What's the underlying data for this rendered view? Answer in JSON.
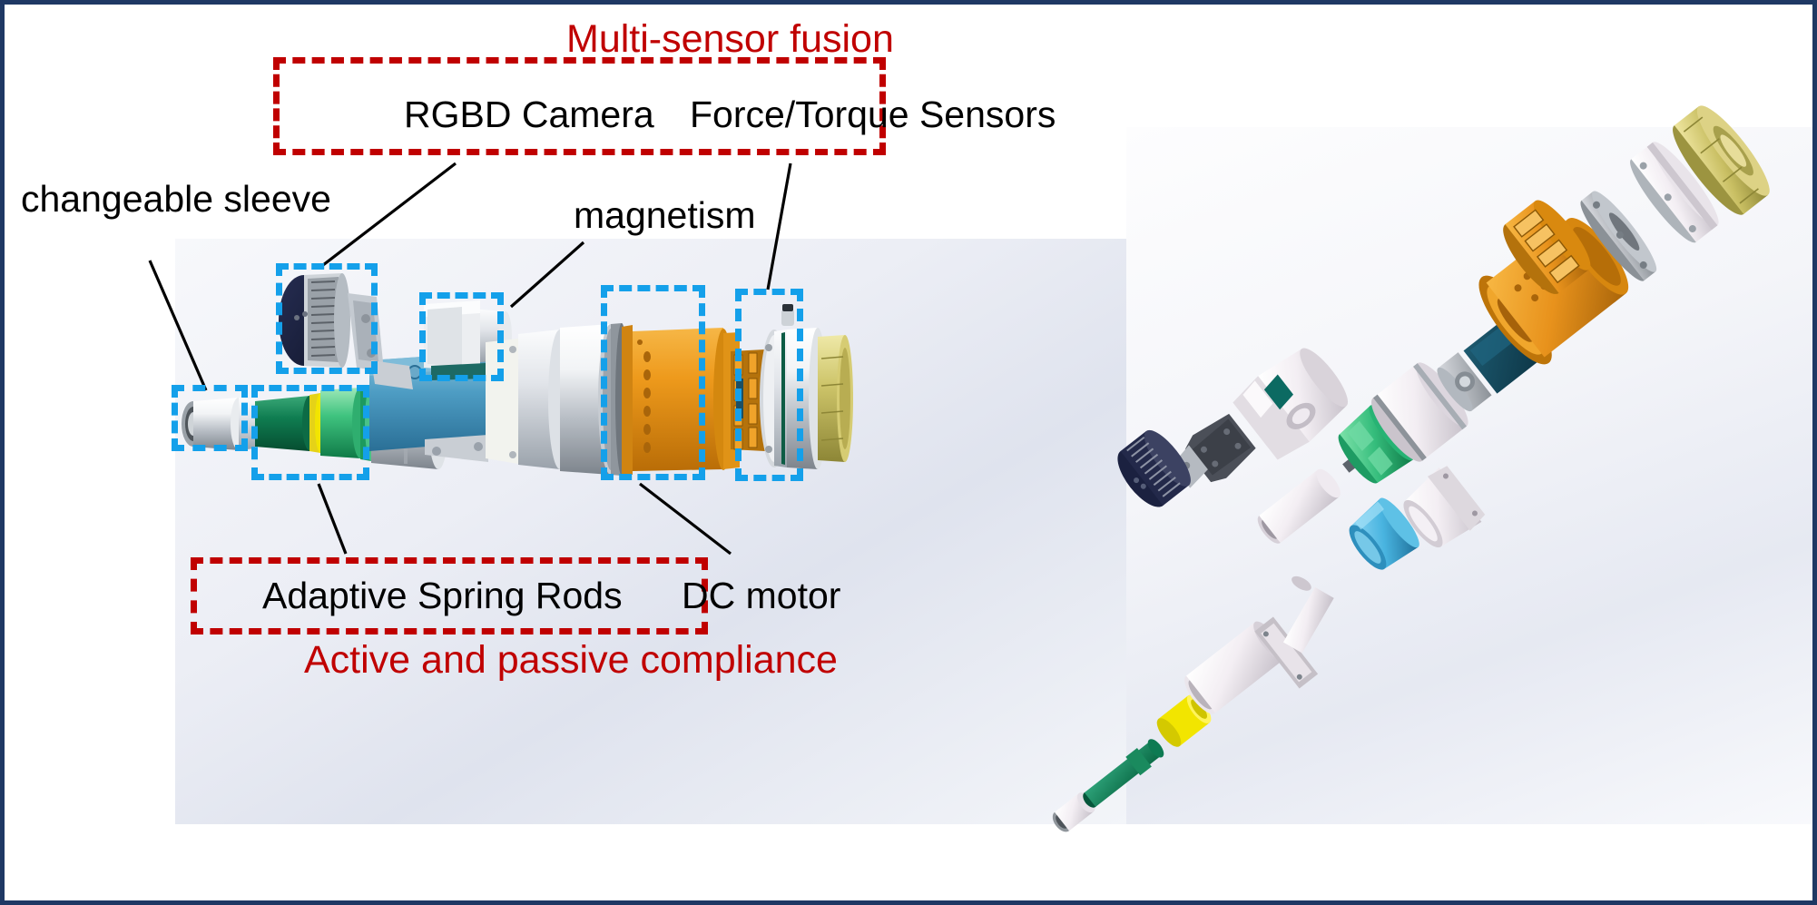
{
  "figure": {
    "kind": "annotated-cad-diagram",
    "border_color": "#1f3864",
    "background": "#ffffff"
  },
  "colors": {
    "annotation_red": "#c00000",
    "annotation_cyan": "#14a0ea",
    "label_black": "#000000",
    "motor_orange": "#e8921c",
    "spring_green": "#1a9e63",
    "bracket_blue": "#3f88b5",
    "sensor_gold": "#cfc36a",
    "camera_navy": "#1b2140",
    "sleeve_silver": "#d9dce0",
    "yellow_collar": "#f2e500",
    "panel_grey": "#e4e7f0"
  },
  "group_labels": {
    "top": {
      "title": "Multi-sensor fusion",
      "members": [
        "RGBD Camera",
        "Force/Torque Sensors"
      ]
    },
    "bottom": {
      "title": "Active and passive compliance",
      "members": [
        "Adaptive Spring Rods",
        "DC motor"
      ]
    }
  },
  "callouts": [
    {
      "id": "multi-sensor-fusion",
      "text": "Multi-sensor fusion",
      "color": "#c00000",
      "is_group_title": true
    },
    {
      "id": "rgbd-camera",
      "text": "RGBD Camera",
      "color": "#000000",
      "is_group_title": false
    },
    {
      "id": "force-torque-sensors",
      "text": "Force/Torque Sensors",
      "color": "#000000",
      "is_group_title": false
    },
    {
      "id": "changeable-sleeve",
      "text": "changeable sleeve",
      "color": "#000000",
      "is_group_title": false
    },
    {
      "id": "magnetism",
      "text": "magnetism",
      "color": "#000000",
      "is_group_title": false
    },
    {
      "id": "adaptive-spring-rods",
      "text": "Adaptive Spring Rods",
      "color": "#000000",
      "is_group_title": false
    },
    {
      "id": "dc-motor",
      "text": "DC motor",
      "color": "#000000",
      "is_group_title": false
    },
    {
      "id": "active-passive-compliance",
      "text": "Active and passive compliance",
      "color": "#c00000",
      "is_group_title": true
    }
  ],
  "highlight_boxes": [
    {
      "id": "group-box-multisensor",
      "style": "red-dashed",
      "encloses": [
        "RGBD Camera",
        "Force/Torque Sensors"
      ]
    },
    {
      "id": "group-box-compliance",
      "style": "red-dashed",
      "encloses": [
        "Adaptive Spring Rods",
        "DC motor"
      ]
    },
    {
      "id": "component-box-rgbd-camera",
      "style": "cyan-dashed",
      "encloses": [
        "RGBD Camera"
      ]
    },
    {
      "id": "component-box-magnetism",
      "style": "cyan-dashed",
      "encloses": [
        "magnetism"
      ]
    },
    {
      "id": "component-box-changeable-sleeve",
      "style": "cyan-dashed",
      "encloses": [
        "changeable sleeve"
      ]
    },
    {
      "id": "component-box-spring-rods",
      "style": "cyan-dashed",
      "encloses": [
        "Adaptive Spring Rods"
      ]
    },
    {
      "id": "component-box-dc-motor",
      "style": "cyan-dashed",
      "encloses": [
        "DC motor"
      ]
    },
    {
      "id": "component-box-force-torque",
      "style": "cyan-dashed",
      "encloses": [
        "Force/Torque Sensors"
      ]
    }
  ],
  "views": {
    "left": {
      "name": "assembled-view",
      "parts_front_to_back": [
        "changeable sleeve socket",
        "adaptive spring rod shaft",
        "green spring collar",
        "silver guide barrel",
        "blue mounting bracket",
        "RGBD camera head",
        "magnetism sensor block",
        "grey gearbox housing",
        "orange DC motor housing",
        "orange planetary carrier",
        "silver flange plate",
        "gold force/torque sensor ring"
      ]
    },
    "right": {
      "name": "exploded-view",
      "parts_low_to_high": [
        "socket bit",
        "green spring rod",
        "yellow collar",
        "white sleeve tube",
        "mounting plate with pin",
        "white roller pin",
        "dark link plate",
        "camera head disc",
        "white housing block",
        "cyan clamp",
        "white clamp shell",
        "green motor endcap",
        "white motor barrel",
        "dark teal motor body",
        "orange motor housing",
        "orange planetary cage",
        "grey bearing plate",
        "silver cover disc",
        "gold sensor ring"
      ]
    }
  }
}
